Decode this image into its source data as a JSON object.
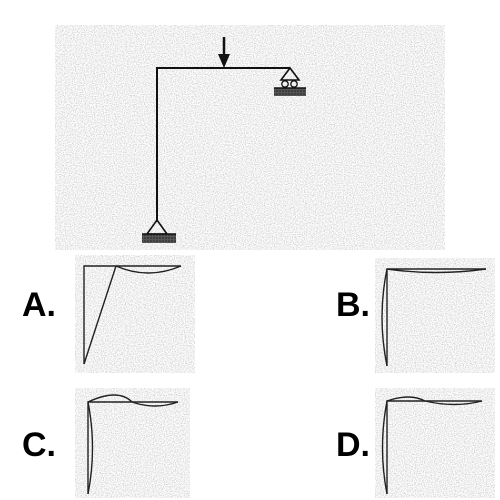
{
  "options": [
    {
      "letter": "A."
    },
    {
      "letter": "B."
    },
    {
      "letter": "C."
    },
    {
      "letter": "D."
    }
  ]
}
